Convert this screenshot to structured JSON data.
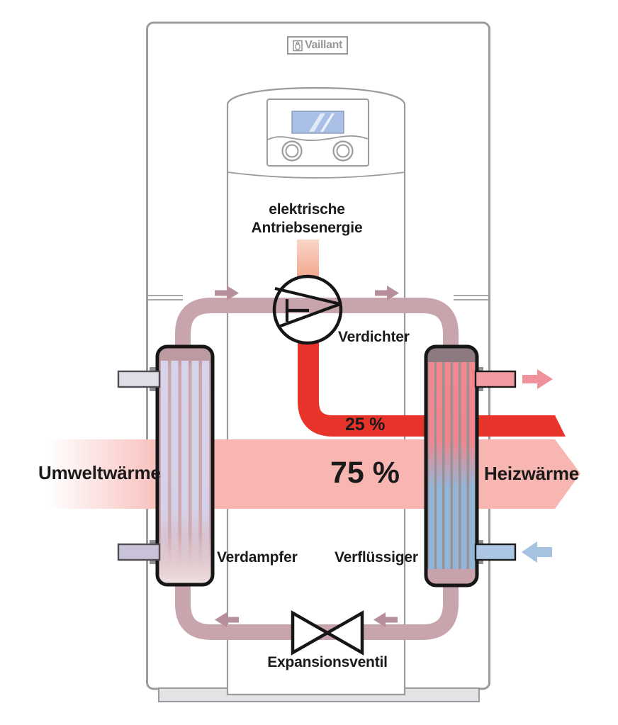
{
  "brand": {
    "logo_text": "Vaillant"
  },
  "labels": {
    "electric_line1": "elektrische",
    "electric_line2": "Antriebsenergie",
    "compressor": "Verdichter",
    "evaporator": "Verdampfer",
    "condenser": "Verflüssiger",
    "expansion_valve": "Expansionsventil",
    "ambient_heat": "Umweltwärme",
    "heat_output": "Heizwärme",
    "electric_share": "25 %",
    "ambient_share": "75 %"
  },
  "energy_flows": [
    {
      "name": "Umweltwärme",
      "share": "75 %"
    },
    {
      "name": "elektrische Antriebsenergie",
      "share": "25 %"
    },
    {
      "name": "Heizwärme",
      "share": ""
    }
  ],
  "components": [
    "Verdichter",
    "Verdampfer",
    "Verflüssiger",
    "Expansionsventil"
  ],
  "colors": {
    "hot_red": "#e8332a",
    "ambient_pink": "#f7b6b2",
    "refrigerant_pipe": "#c8a5ad",
    "flow_arrow": "#b78f9b",
    "warm_outlet_pink": "#f29aa2",
    "cold_return_blue": "#abc7e4",
    "cabinet_outline": "#9b9b9f",
    "display_blue": "#a9bfe6"
  }
}
